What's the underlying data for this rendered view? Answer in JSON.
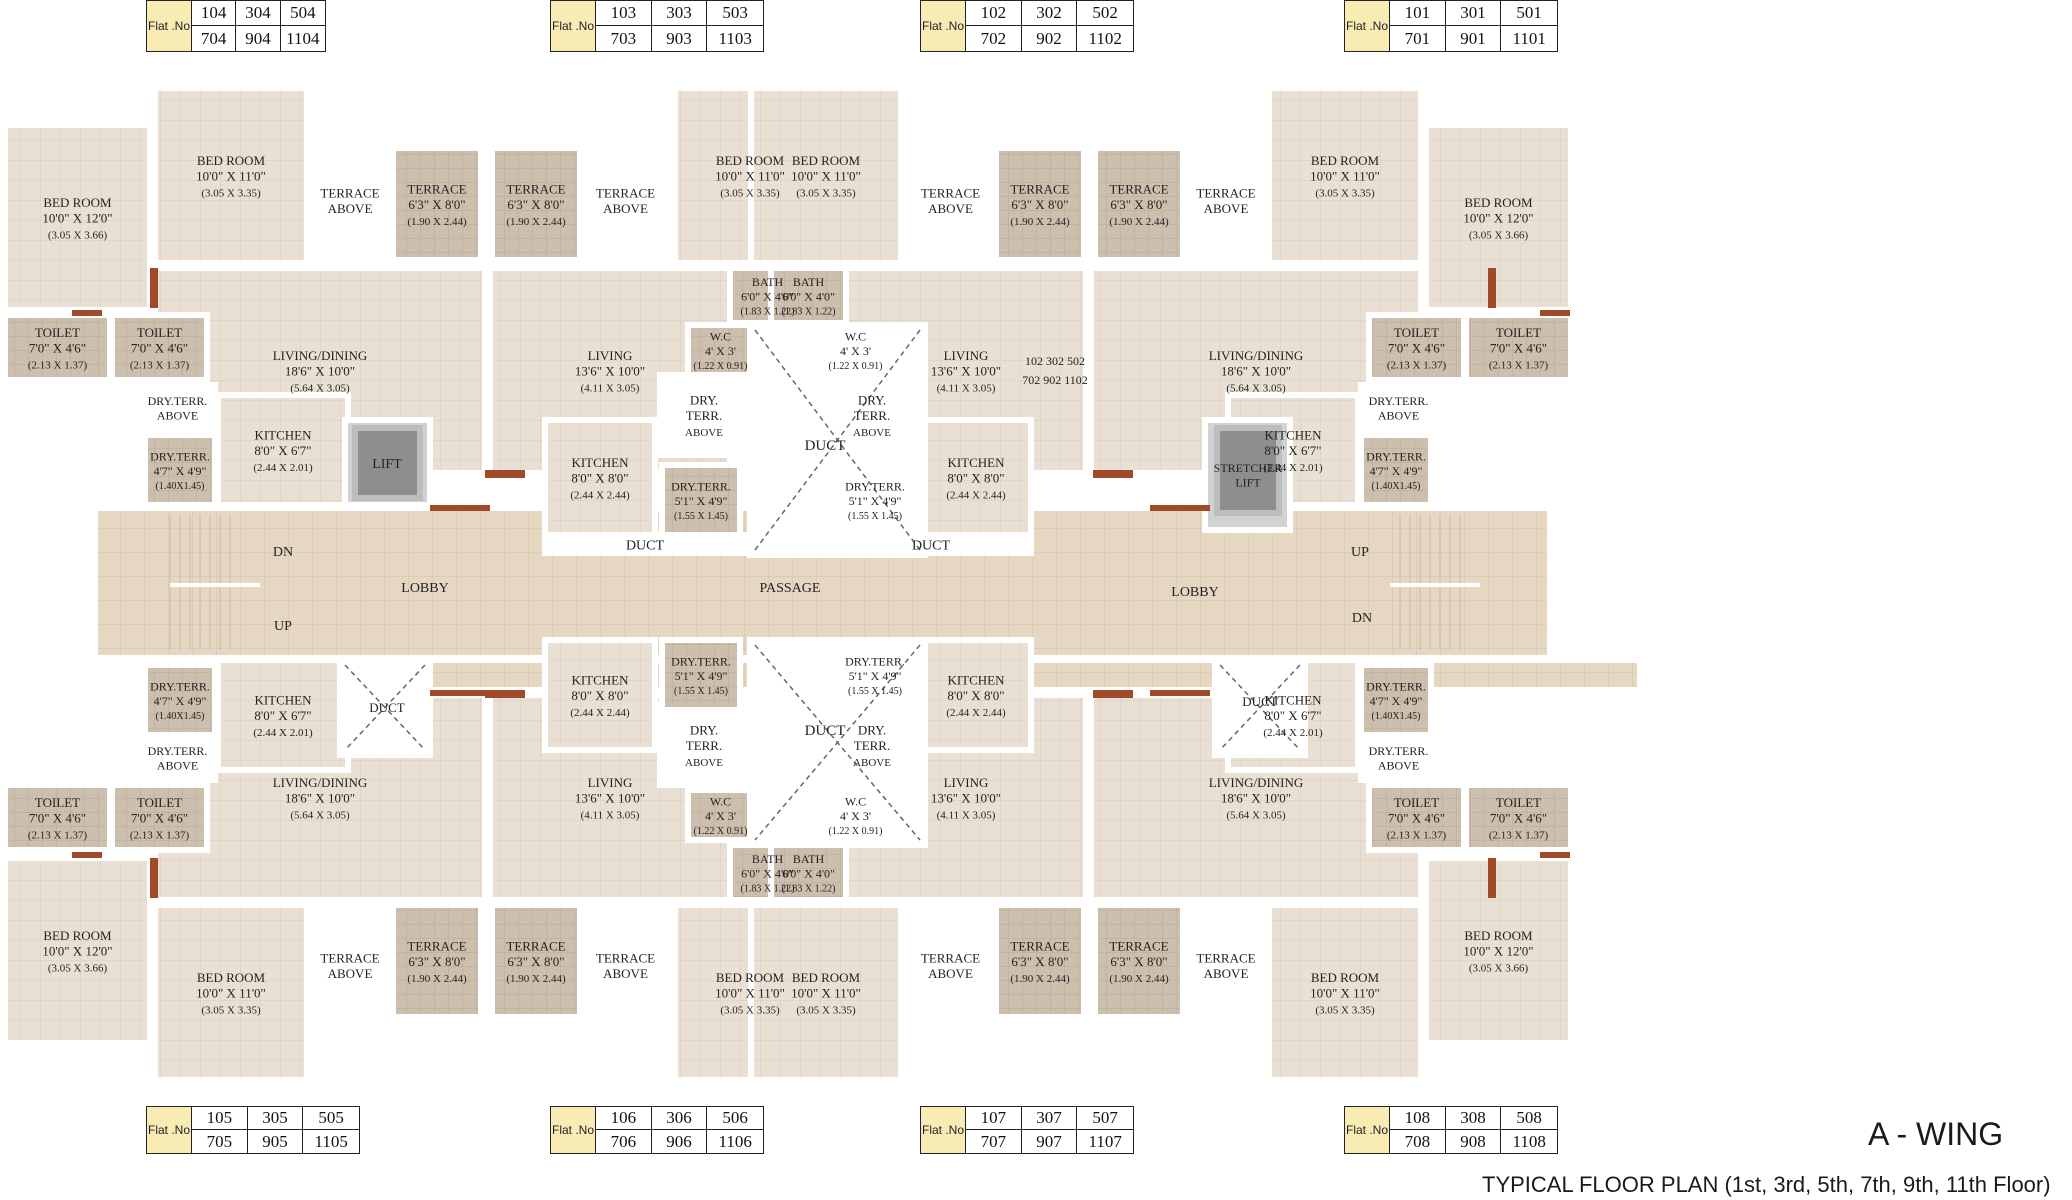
{
  "flat_no_label": "Flat .No",
  "flat_tables": {
    "top": [
      [
        "104",
        "304",
        "504",
        "704",
        "904",
        "1104"
      ],
      [
        "103",
        "303",
        "503",
        "703",
        "903",
        "1103"
      ],
      [
        "102",
        "302",
        "502",
        "702",
        "902",
        "1102"
      ],
      [
        "101",
        "301",
        "501",
        "701",
        "901",
        "1101"
      ]
    ],
    "bottom": [
      [
        "105",
        "305",
        "505",
        "705",
        "905",
        "1105"
      ],
      [
        "106",
        "306",
        "506",
        "706",
        "906",
        "1106"
      ],
      [
        "107",
        "307",
        "507",
        "707",
        "907",
        "1107"
      ],
      [
        "108",
        "308",
        "508",
        "708",
        "908",
        "1108"
      ]
    ]
  },
  "wing_title": "A - WING",
  "caption": "TYPICAL FLOOR PLAN (1st, 3rd, 5th, 7th, 9th, 11th Floor)",
  "rooms": {
    "bed_room": "BED ROOM",
    "terrace": "TERRACE",
    "terrace_above": [
      "TERRACE",
      "ABOVE"
    ],
    "living_dining": "LIVING/DINING",
    "living": "LIVING",
    "kitchen": "KITCHEN",
    "toilet": "TOILET",
    "bath": "BATH",
    "wc": "W.C",
    "dry_terr": "DRY.TERR.",
    "dry_terr_above": [
      "DRY.TERR.",
      "ABOVE"
    ],
    "dry_terrace_above": [
      "DRY.",
      "TERR.",
      "ABOVE"
    ],
    "duct": "DUCT",
    "lift": "LIFT",
    "stretcher_lift": [
      "STRETCHER",
      "LIFT"
    ],
    "lobby": "LOBBY",
    "passage": "PASSAGE",
    "dn": "DN",
    "up": "UP"
  },
  "dims": {
    "bed_a": [
      "10'0\" X 12'0\"",
      "(3.05 X 3.66)"
    ],
    "bed_b": [
      "10'0\" X 11'0\"",
      "(3.05 X 3.35)"
    ],
    "terrace": [
      "6'3\" X 8'0\"",
      "(1.90 X 2.44)"
    ],
    "living_dining": [
      "18'6\" X 10'0\"",
      "(5.64 X 3.05)"
    ],
    "living": [
      "13'6\" X 10'0\"",
      "(4.11 X 3.05)"
    ],
    "kitchen_a": [
      "8'0\" X 6'7\"",
      "(2.44 X 2.01)"
    ],
    "kitchen_b": [
      "8'0\" X 8'0\"",
      "(2.44 X 2.44)"
    ],
    "toilet": [
      "7'0\" X 4'6\"",
      "(2.13 X 1.37)"
    ],
    "bath": [
      "6'0\" X 4'0\"",
      "(1.83 X 1.22)"
    ],
    "wc": [
      "4' X 3'",
      "(1.22 X 0.91)"
    ],
    "dry_a": [
      "4'7\" X 4'9\"",
      "(1.40X1.45)"
    ],
    "dry_b": [
      "5'1\" X 4'9\"",
      "(1.55 X 1.45)"
    ]
  },
  "inner_flat_numbers": [
    "102",
    "302",
    "502",
    "702",
    "902",
    "1102"
  ],
  "colors": {
    "floor": "#ece4d8",
    "room": "#e7ded1",
    "terrace_tile": "#cfc2b2",
    "lobby_tile": "#e6d7c3",
    "brick": "#a04a2a",
    "wall": "#f7f5f1",
    "flat_no_bg": "#f8ecb4"
  }
}
